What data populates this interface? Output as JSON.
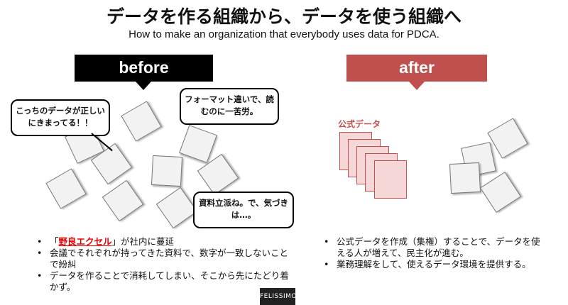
{
  "header": {
    "title": "データを作る組織から、データを使う組織へ",
    "subtitle": "How to make an organization that everybody uses data for PDCA."
  },
  "before": {
    "label": "before",
    "bubbles": [
      "こっちのデータが正しいにきまってる！！",
      "フォーマット違いで、読むのに一苦労。",
      "資料立派ね。で、気づきは…。"
    ],
    "bullets": [
      {
        "prefix": "「",
        "highlight": "野良エクセル",
        "suffix": "」が社内に蔓延"
      },
      "会議でそれぞれが持ってきた資料で、数字が一致しないことで紛糾",
      "データを作ることで消耗してしまい、そこから先にたどり着かず。"
    ]
  },
  "after": {
    "label": "after",
    "official_label": "公式データ",
    "bullets": [
      "公式データを作成（集権）することで、データを使える人が増えて、民主化が進む。",
      "業務理解をして、使えるデータ環境を提供する。"
    ]
  },
  "logo": "FELISSIMO",
  "colors": {
    "accent": "#c0504d",
    "before": "#000000"
  }
}
